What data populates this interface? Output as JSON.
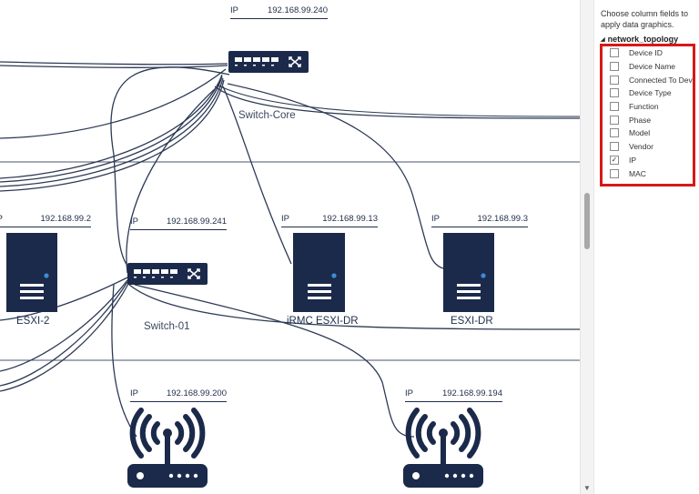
{
  "labels": {
    "ip_key": "IP",
    "switch_core": "Switch-Core",
    "switch_01": "Switch-01",
    "esxi2": "ESXI-2",
    "irmc": "iRMC ESXI-DR",
    "esxidr": "ESXI-DR"
  },
  "ips": {
    "switch_core": "192.168.99.240",
    "esxi2": "192.168.99.2",
    "switch_01": "192.168.99.241",
    "irmc": "192.168.99.13",
    "esxidr": "192.168.99.3",
    "router_left": "192.168.99.200",
    "router_right": "192.168.99.194"
  },
  "panel": {
    "description": "Choose column fields to apply data graphics.",
    "table_name": "network_topology",
    "fields": [
      {
        "label": "Device ID",
        "checked": false
      },
      {
        "label": "Device Name",
        "checked": false
      },
      {
        "label": "Connected To Devi",
        "checked": false
      },
      {
        "label": "Device Type",
        "checked": false
      },
      {
        "label": "Function",
        "checked": false
      },
      {
        "label": "Phase",
        "checked": false
      },
      {
        "label": "Model",
        "checked": false
      },
      {
        "label": "Vendor",
        "checked": false
      },
      {
        "label": "IP",
        "checked": true
      },
      {
        "label": "MAC",
        "checked": false
      }
    ]
  },
  "colors": {
    "device": "#1b2a4a",
    "connector": "#2d3a55",
    "highlight_border": "#d61919"
  }
}
